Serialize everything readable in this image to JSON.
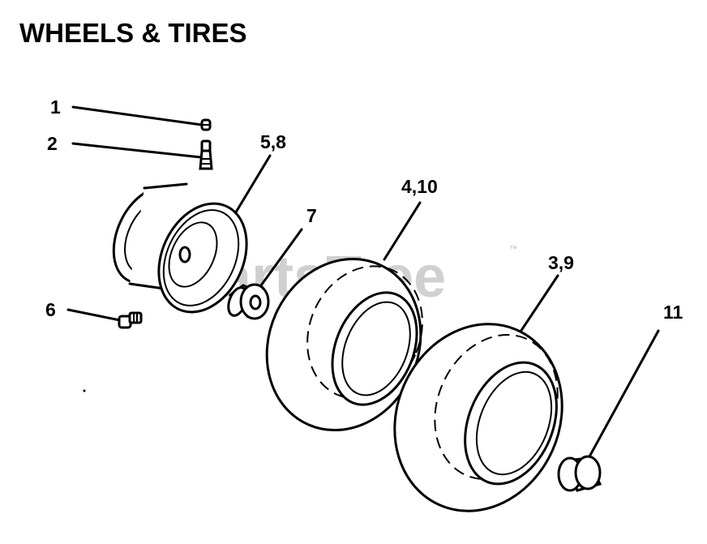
{
  "title": "WHEELS & TIRES",
  "watermark": "PartsTree",
  "watermark_tm": "™",
  "callouts": {
    "c1": "1",
    "c2": "2",
    "c3_9": "3,9",
    "c4_10": "4,10",
    "c5_8": "5,8",
    "c6": "6",
    "c7": "7",
    "c11": "11"
  }
}
